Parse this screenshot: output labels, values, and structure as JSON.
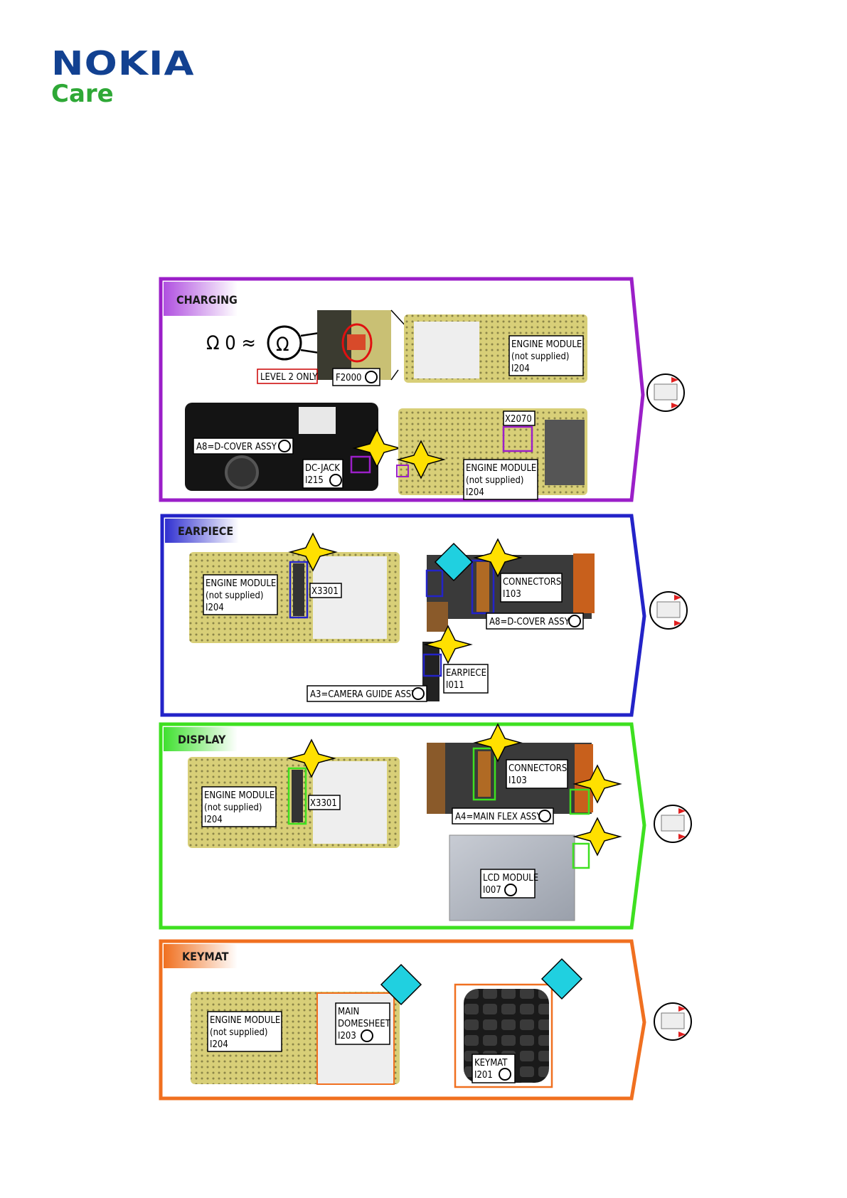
{
  "logo": {
    "brand": "NOKIA",
    "sub": "Care"
  },
  "colors": {
    "nokia_blue": "#124191",
    "care_green": "#2ea836",
    "charging": "#9b1fc8",
    "earpiece": "#2323c8",
    "display": "#3ee020",
    "keymat": "#f07020",
    "red_circle": "#e01010",
    "warning_yellow": "#ffe000",
    "esd_cyan": "#20d0e0"
  },
  "icons": {
    "warning": "warning-star-icon",
    "esd": "esd-diamond-icon",
    "service_level": "service-level-icon",
    "recycle": "recycle-icon"
  },
  "sections": [
    {
      "key": "charging",
      "title": "CHARGING",
      "ohm_text": "Ω 0 ≈",
      "labels": {
        "level2": "LEVEL 2 ONLY",
        "f2000": "F2000",
        "engine_top": [
          "ENGINE MODULE",
          "(not supplied)",
          "I204"
        ],
        "dcover": "A8=D-COVER ASSY",
        "dcjack": [
          "DC-JACK",
          "I215"
        ],
        "x2070": "X2070",
        "engine_bottom": [
          "ENGINE MODULE",
          "(not supplied)",
          "I204"
        ]
      }
    },
    {
      "key": "earpiece",
      "title": "EARPIECE",
      "labels": {
        "engine": [
          "ENGINE MODULE",
          "(not supplied)",
          "I204"
        ],
        "x3301": "X3301",
        "connectors": [
          "CONNECTORS",
          "I103"
        ],
        "dcover": "A8=D-COVER ASSY",
        "earpiece": [
          "EARPIECE",
          "I011"
        ],
        "camera": "A3=CAMERA GUIDE ASSY"
      }
    },
    {
      "key": "display",
      "title": "DISPLAY",
      "labels": {
        "engine": [
          "ENGINE MODULE",
          "(not supplied)",
          "I204"
        ],
        "x3301": "X3301",
        "connectors": [
          "CONNECTORS",
          "I103"
        ],
        "mainflex": "A4=MAIN FLEX ASSY",
        "lcd": [
          "LCD MODULE",
          "I007"
        ]
      }
    },
    {
      "key": "keymat",
      "title": "KEYMAT",
      "labels": {
        "engine": [
          "ENGINE MODULE",
          "(not supplied)",
          "I204"
        ],
        "domesheet": [
          "MAIN",
          "DOMESHEET",
          "I203"
        ],
        "keymat": [
          "KEYMAT",
          "I201"
        ]
      }
    }
  ]
}
